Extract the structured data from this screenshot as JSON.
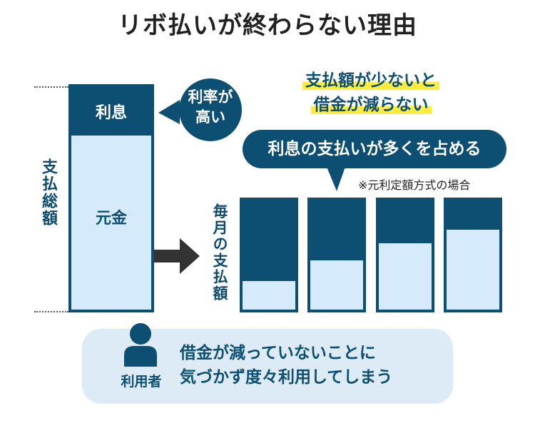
{
  "title": "リボ払いが終わらない理由",
  "left": {
    "axis_label": "支払総額",
    "interest_label": "利息",
    "principal_label": "元金",
    "bubble": [
      "利率が",
      "高い"
    ]
  },
  "right": {
    "headline": [
      "支払額が少ないと",
      "借金が減らない"
    ],
    "callout": "利息の支払いが多くを占める",
    "note": "※元利定額方式の場合",
    "axis_label": "毎月の支払額",
    "interest_fraction": [
      0.74,
      0.55,
      0.39,
      0.27
    ]
  },
  "bottom": {
    "user_label": "利用者",
    "message": [
      "借金が減っていないことに",
      "気づかず度々利用してしまう"
    ]
  },
  "colors": {
    "navy": "#0d4f73",
    "light": "#d5ebfb",
    "highlight": "#ffec3d",
    "panel": "#dcebf6"
  }
}
